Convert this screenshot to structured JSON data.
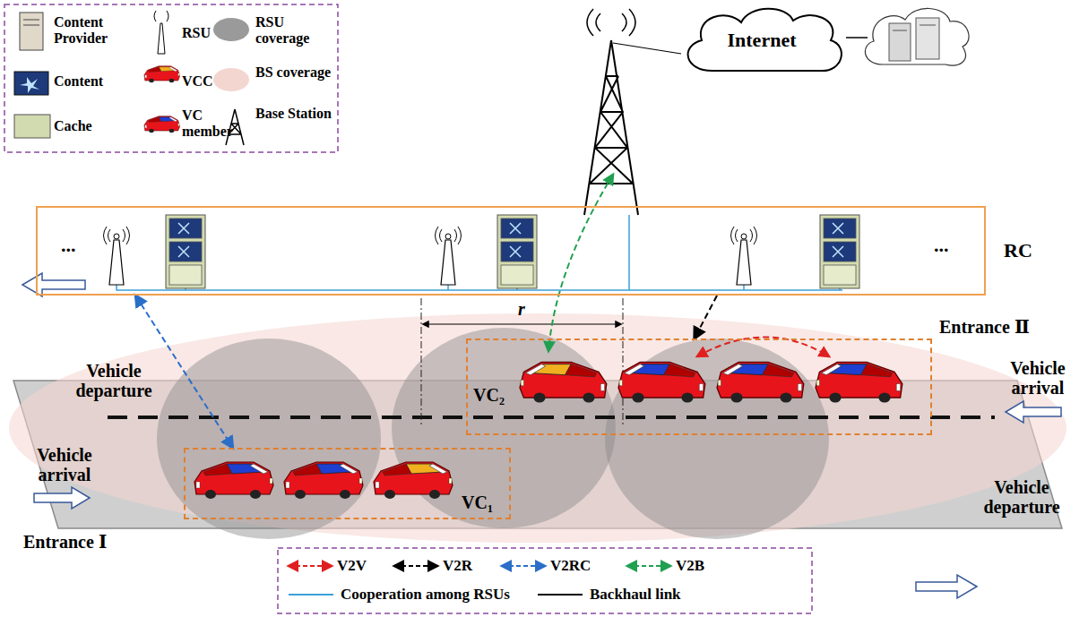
{
  "diagram": {
    "nodes": [
      {
        "text": [
          "Internet"
        ]
      },
      {
        "text": [
          "RC"
        ]
      },
      {
        "text": [
          "VC₁"
        ]
      },
      {
        "text": [
          "VC₂"
        ]
      }
    ],
    "edges": [
      {
        "from": 1,
        "to": 2,
        "arrow": "both"
      },
      {
        "from": 1,
        "to": 3,
        "arrow": "to"
      }
    ],
    "labels": [
      "...",
      "...",
      "r",
      "Entrance Ⅱ",
      "Vehicle departure",
      "Vehicle arrival",
      "Vehicle arrival",
      "Vehicle departure",
      "Entrance Ⅰ"
    ],
    "legend": [
      {
        "text": "Content Provider"
      },
      {
        "text": "RSU"
      },
      {
        "text": "RSU coverage",
        "color": "#9a9a9a"
      },
      {
        "text": "Content"
      },
      {
        "text": "VCC"
      },
      {
        "text": "BS coverage",
        "color": "#f4d6d0"
      },
      {
        "text": "Cache"
      },
      {
        "text": "VC member"
      },
      {
        "text": "Base Station"
      },
      {
        "text": "V2V"
      },
      {
        "text": "V2R"
      },
      {
        "text": "V2RC"
      },
      {
        "text": "V2B"
      },
      {
        "text": "Cooperation among RSUs"
      },
      {
        "text": "Backhaul link"
      }
    ]
  }
}
